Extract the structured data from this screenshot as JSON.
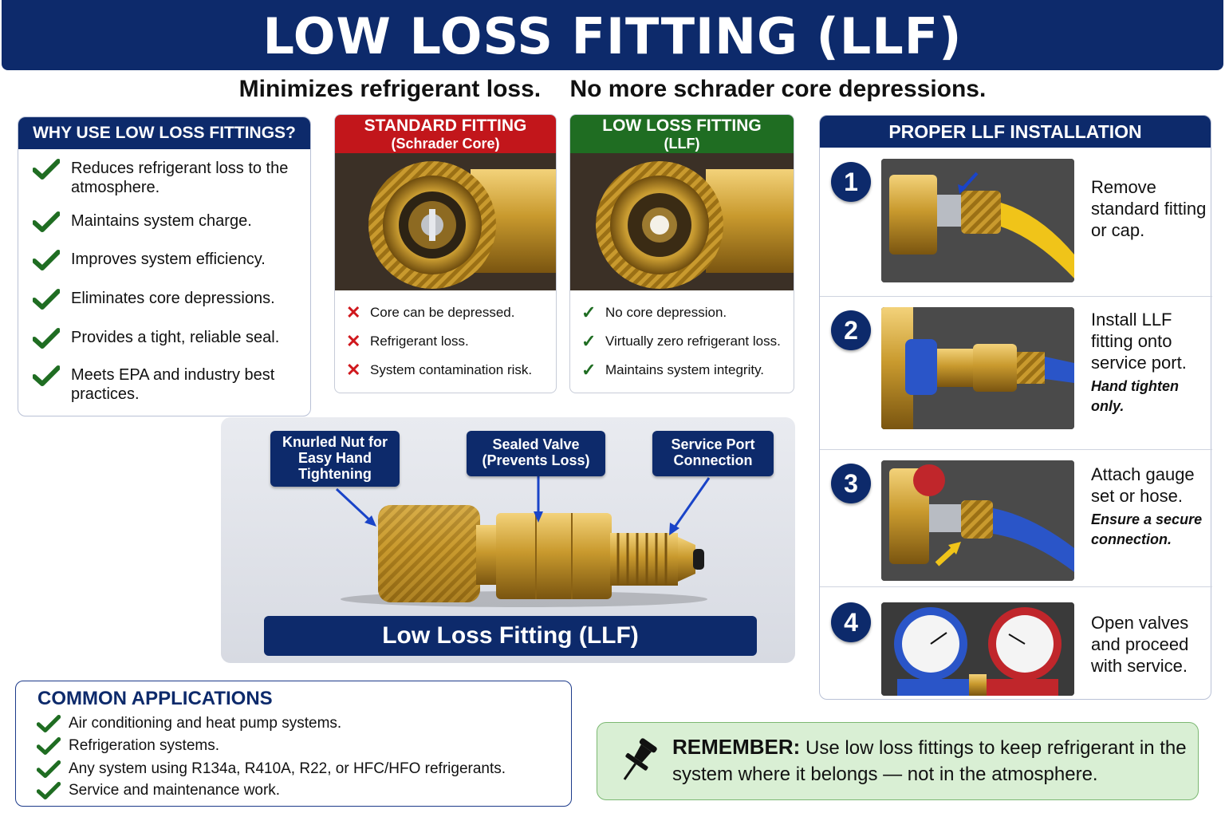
{
  "title": "LOW LOSS FITTING (LLF)",
  "subtitle": {
    "part1": "Minimizes refrigerant loss.",
    "part2": "No more schrader core depressions."
  },
  "why": {
    "heading": "WHY USE LOW LOSS FITTINGS?",
    "items": [
      "Reduces refrigerant loss to the atmosphere.",
      "Maintains system charge.",
      "Improves system efficiency.",
      "Eliminates core depressions.",
      "Provides a tight, reliable seal.",
      "Meets EPA and industry best practices."
    ]
  },
  "standard": {
    "heading": "STANDARD FITTING",
    "subheading": "(Schrader Core)",
    "items": [
      "Core can be depressed.",
      "Refrigerant loss.",
      "System contamination risk."
    ]
  },
  "llf": {
    "heading": "LOW LOSS FITTING",
    "subheading": "(LLF)",
    "items": [
      "No core depression.",
      "Virtually zero refrigerant loss.",
      "Maintains system integrity."
    ]
  },
  "diagram": {
    "callouts": {
      "nut": "Knurled Nut for Easy Hand Tightening",
      "valve": "Sealed Valve (Prevents Loss)",
      "port": "Service Port Connection"
    },
    "label": "Low Loss Fitting (LLF)"
  },
  "install": {
    "heading": "PROPER LLF INSTALLATION",
    "steps": [
      {
        "num": "1",
        "text": "Remove standard fitting or cap.",
        "note": ""
      },
      {
        "num": "2",
        "text": "Install LLF fitting onto service port.",
        "note": "Hand tighten only."
      },
      {
        "num": "3",
        "text": "Attach gauge set or hose.",
        "note": "Ensure a secure connection."
      },
      {
        "num": "4",
        "text": "Open valves and proceed with service.",
        "note": ""
      }
    ]
  },
  "applications": {
    "heading": "COMMON APPLICATIONS",
    "items": [
      "Air conditioning and heat pump systems.",
      "Refrigeration systems.",
      "Any system using R134a, R410A, R22, or HFC/HFO refrigerants.",
      "Service and maintenance work."
    ]
  },
  "remember": {
    "label": "REMEMBER:",
    "text": "Use low loss fittings to keep refrigerant in the system where it belongs — not in the atmosphere."
  },
  "colors": {
    "navy": "#0d2a6b",
    "red": "#c2161b",
    "green": "#1f6d22",
    "brass": "#c99a2e",
    "remember_bg": "#d9efd4"
  }
}
